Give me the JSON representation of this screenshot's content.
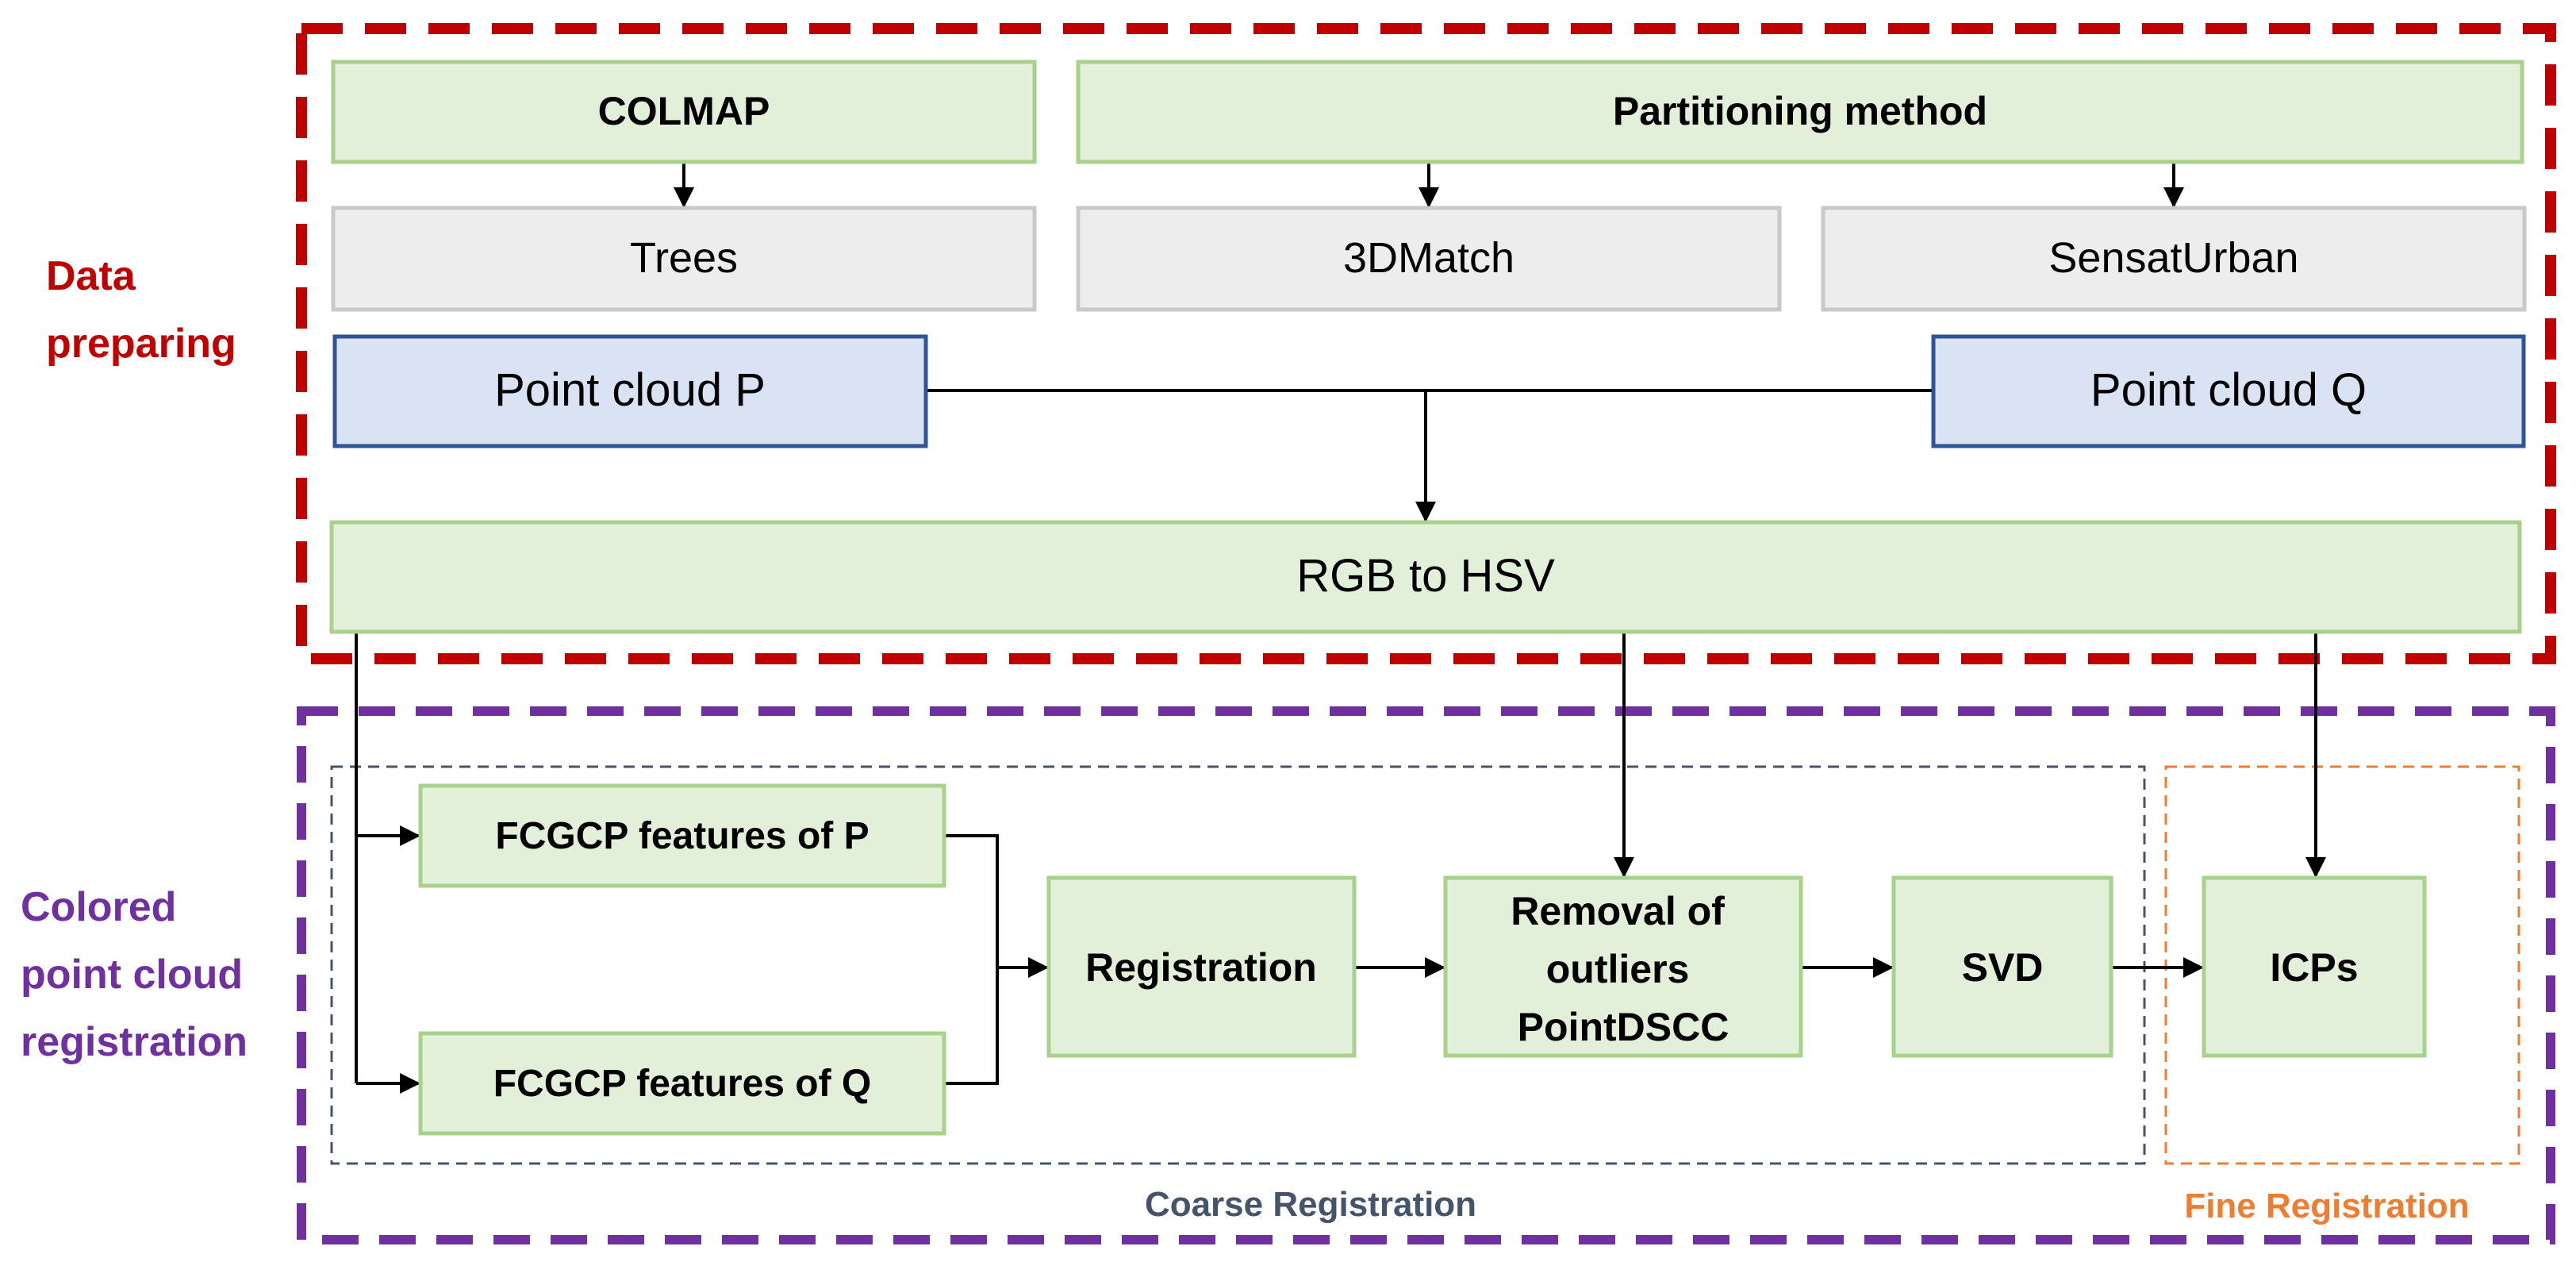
{
  "sections": {
    "data_preparing": {
      "label_lines": [
        "Data",
        "preparing"
      ],
      "color": "#c00000"
    },
    "registration": {
      "label_lines": [
        "Colored",
        "point cloud",
        "registration"
      ],
      "color": "#7030a0"
    },
    "coarse": {
      "label": "Coarse Registration",
      "color": "#44546a"
    },
    "fine": {
      "label": "Fine Registration",
      "color": "#ed7d31"
    }
  },
  "nodes": {
    "colmap": "COLMAP",
    "partitioning": "Partitioning method",
    "trees": "Trees",
    "match3d": "3DMatch",
    "sensat": "SensatUrban",
    "cloud_p": "Point cloud P",
    "cloud_q": "Point cloud Q",
    "rgb_hsv": "RGB to HSV",
    "feat_p": "FCGCP features of P",
    "feat_q": "FCGCP features of Q",
    "registration": "Registration",
    "removal": [
      "Removal of",
      "outliers",
      "PointDSCC"
    ],
    "svd": "SVD",
    "icps": "ICPs"
  },
  "colors": {
    "green_fill": "#e2efd9",
    "green_border": "#a9d18e",
    "gray_fill": "#ededed",
    "gray_border": "#c9c9c9",
    "blue_fill": "#dae3f3",
    "blue_border": "#2f5597"
  }
}
